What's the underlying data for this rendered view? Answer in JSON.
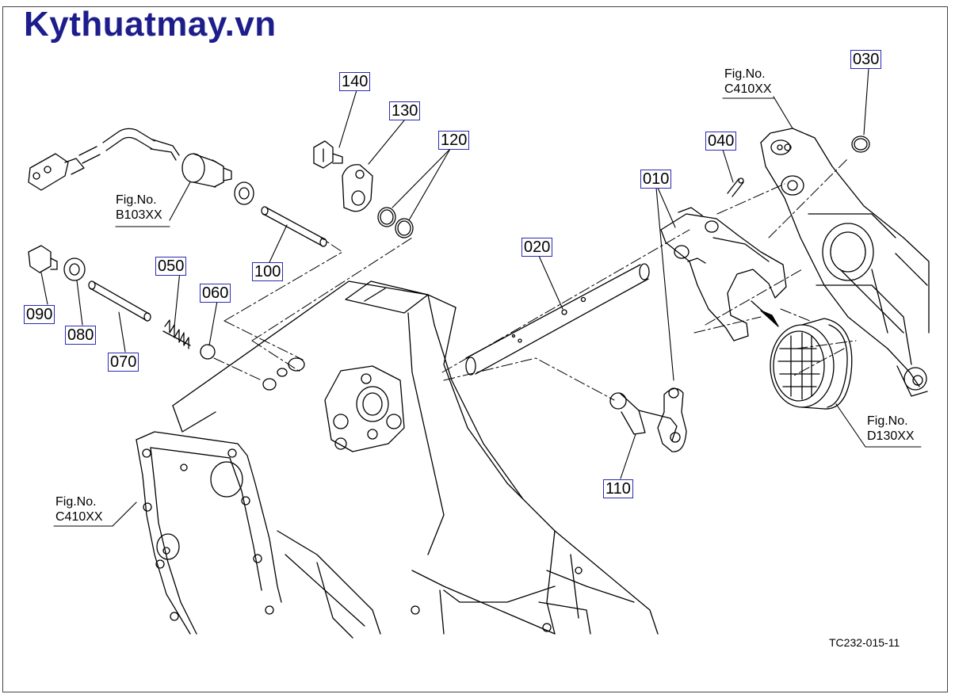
{
  "brand": "Kythuatmay.vn",
  "drawing_code": "TC232-015-11",
  "fig_label": "Fig.No.",
  "fig_refs": {
    "b103": "B103XX",
    "c410_top": "C410XX",
    "c410_left": "C410XX",
    "d130": "D130XX"
  },
  "parts": {
    "p010": "010",
    "p020": "020",
    "p030": "030",
    "p040": "040",
    "p050": "050",
    "p060": "060",
    "p070": "070",
    "p080": "080",
    "p090": "090",
    "p100": "100",
    "p110": "110",
    "p120": "120",
    "p130": "130",
    "p140": "140"
  },
  "colors": {
    "brand": "#1d1d8c",
    "callout_border": "#2a2ab4",
    "line": "#000000"
  }
}
